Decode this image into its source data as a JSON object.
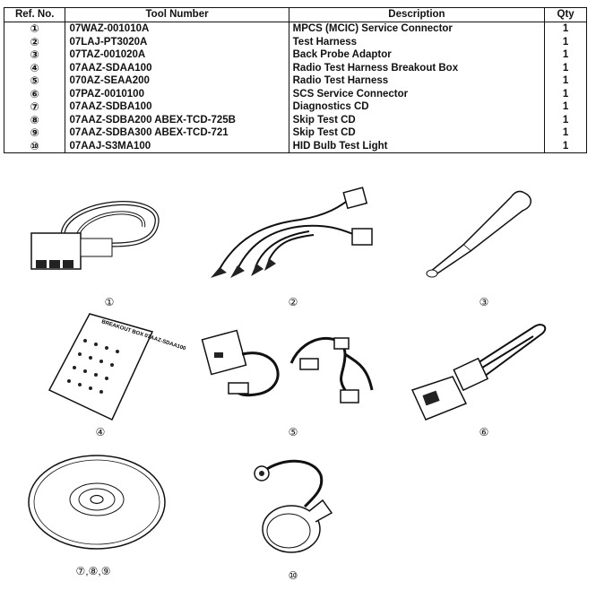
{
  "table": {
    "headers": [
      "Ref. No.",
      "Tool Number",
      "Description",
      "Qty"
    ],
    "rows": [
      {
        "ref": "①",
        "tool": "07WAZ-001010A",
        "desc": "MPCS (MCIC) Service Connector",
        "qty": "1"
      },
      {
        "ref": "②",
        "tool": "07LAJ-PT3020A",
        "desc": "Test Harness",
        "qty": "1"
      },
      {
        "ref": "③",
        "tool": "07TAZ-001020A",
        "desc": "Back Probe Adaptor",
        "qty": "1"
      },
      {
        "ref": "④",
        "tool": "07AAZ-SDAA100",
        "desc": "Radio Test Harness Breakout Box",
        "qty": "1"
      },
      {
        "ref": "⑤",
        "tool": "070AZ-SEAA200",
        "desc": "Radio Test Harness",
        "qty": "1"
      },
      {
        "ref": "⑥",
        "tool": "07PAZ-0010100",
        "desc": "SCS Service Connector",
        "qty": "1"
      },
      {
        "ref": "⑦",
        "tool": "07AAZ-SDBA100",
        "desc": "Diagnostics CD",
        "qty": "1"
      },
      {
        "ref": "⑧",
        "tool": "07AAZ-SDBA200 ABEX-TCD-725B",
        "desc": "Skip Test CD",
        "qty": "1"
      },
      {
        "ref": "⑨",
        "tool": "07AAZ-SDBA300 ABEX-TCD-721",
        "desc": "Skip Test CD",
        "qty": "1"
      },
      {
        "ref": "⑩",
        "tool": "07AAJ-S3MA100",
        "desc": "HID Bulb Test Light",
        "qty": "1"
      }
    ]
  },
  "figures": {
    "cap1": "①",
    "cap2": "②",
    "cap3": "③",
    "cap4": "④",
    "cap5": "⑤",
    "cap6": "⑥",
    "cap789": "⑦,⑧,⑨",
    "cap10": "⑩",
    "breakout_label": "BREAKOUT BOX 07AAZ-SDAA100"
  }
}
